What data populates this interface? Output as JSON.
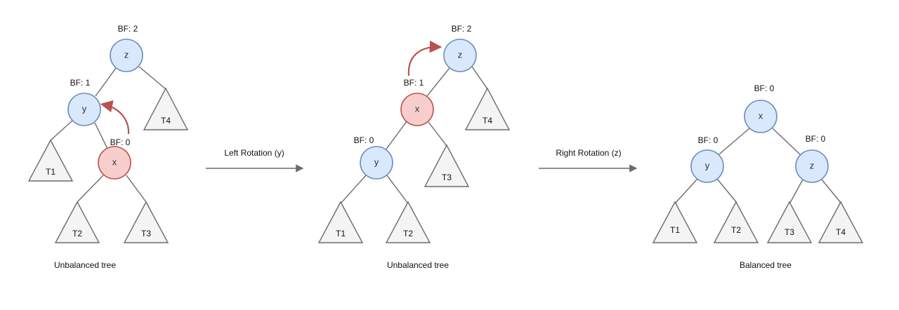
{
  "colors": {
    "node_fill": "#dae8fc",
    "node_stroke": "#6c8ebf",
    "highlight_fill": "#f8cecc",
    "highlight_stroke": "#b85450",
    "edge": "#6b6b6b",
    "subtree_fill": "#f4f4f4"
  },
  "stages": [
    {
      "caption": "Unbalanced tree",
      "nodes": {
        "z": "z",
        "y": "y",
        "x": "x"
      },
      "bf": {
        "z": "BF: 2",
        "y": "BF: 1",
        "x": "BF: 0"
      },
      "subtrees": {
        "t1": "T1",
        "t2": "T2",
        "t3": "T3",
        "t4": "T4"
      }
    },
    {
      "caption": "Unbalanced tree",
      "nodes": {
        "z": "z",
        "x": "x",
        "y": "y"
      },
      "bf": {
        "z": "BF: 2",
        "x": "BF: 1",
        "y": "BF: 0"
      },
      "subtrees": {
        "t1": "T1",
        "t2": "T2",
        "t3": "T3",
        "t4": "T4"
      }
    },
    {
      "caption": "Balanced tree",
      "nodes": {
        "x": "x",
        "y": "y",
        "z": "z"
      },
      "bf": {
        "x": "BF: 0",
        "y": "BF: 0",
        "z": "BF: 0"
      },
      "subtrees": {
        "t1": "T1",
        "t2": "T2",
        "t3": "T3",
        "t4": "T4"
      }
    }
  ],
  "operations": [
    {
      "label": "Left Rotation (y)"
    },
    {
      "label": "Right Rotation (z)"
    }
  ]
}
